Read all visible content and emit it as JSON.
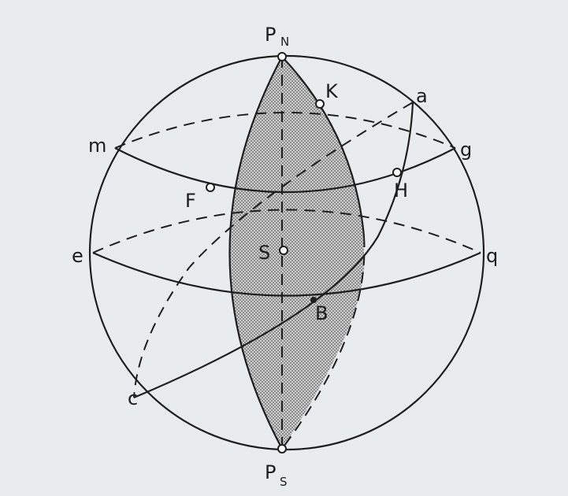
{
  "labels": {
    "north_pole": "P",
    "north_sub": "N",
    "south_pole": "P",
    "south_sub": "S",
    "m": "m",
    "g": "g",
    "e": "e",
    "q": "q",
    "a": "a",
    "c": "c",
    "K": "K",
    "F": "F",
    "H": "H",
    "S": "S",
    "B": "B"
  },
  "colors": {
    "ink": "#1e1e1e",
    "background": "#e9ecee",
    "lune_shading": "#a9a9a9"
  }
}
